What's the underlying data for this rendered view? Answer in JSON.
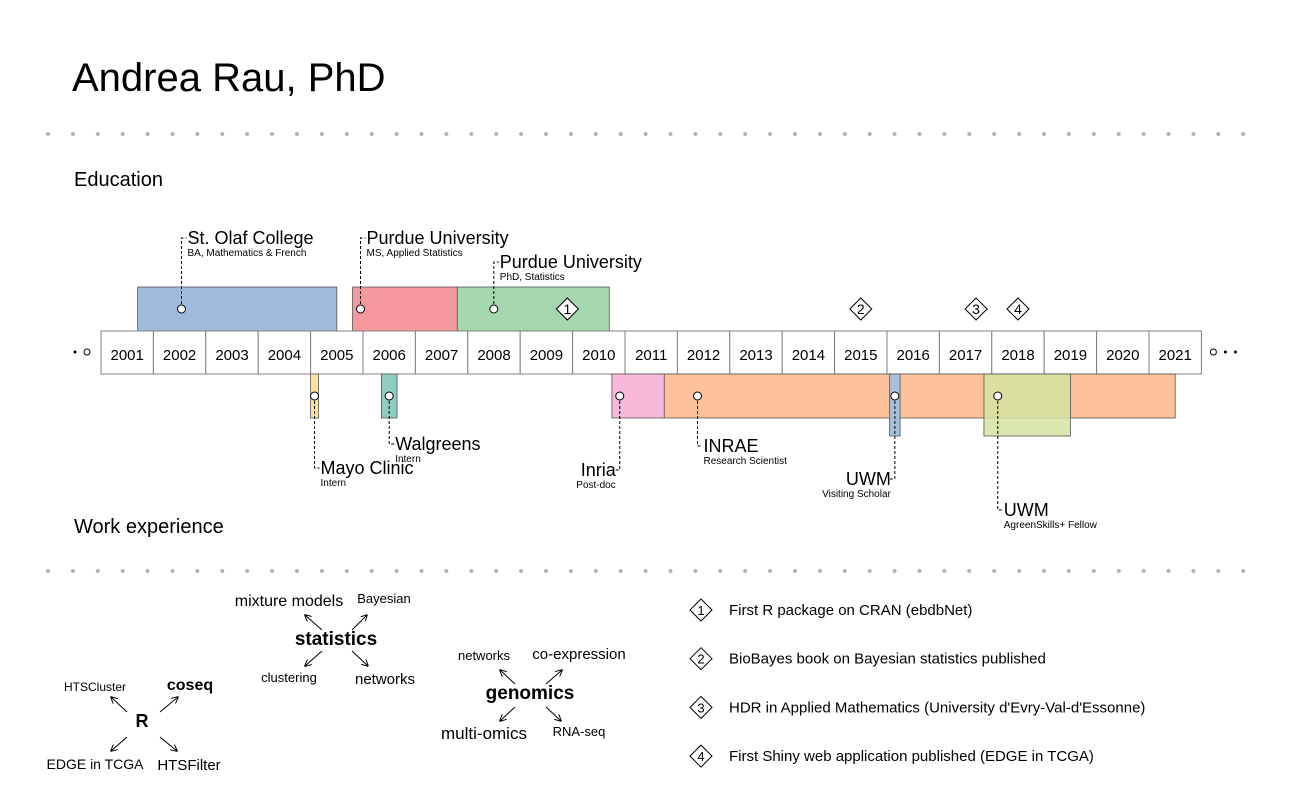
{
  "title": "Andrea Rau, PhD",
  "sections": {
    "education": "Education",
    "work": "Work experience"
  },
  "colors": {
    "year_box_border": "#808080",
    "dot_gray": "#b3b3b3"
  },
  "years": [
    "2001",
    "2002",
    "2003",
    "2004",
    "2005",
    "2006",
    "2007",
    "2008",
    "2009",
    "2010",
    "2011",
    "2012",
    "2013",
    "2014",
    "2015",
    "2016",
    "2017",
    "2018",
    "2019",
    "2020",
    "2021"
  ],
  "education": [
    {
      "org": "St. Olaf College",
      "role": "BA, Mathematics & French",
      "start": 2001.7,
      "end": 2005.5,
      "color": "#9fbbdc"
    },
    {
      "org": "Purdue University",
      "role": "MS, Applied Statistics",
      "start": 2005.8,
      "end": 2007.8,
      "color": "#f5999c"
    },
    {
      "org": "Purdue University",
      "role": "PhD, Statistics",
      "start": 2007.8,
      "end": 2010.7,
      "color": "#a5d7ac"
    }
  ],
  "work": [
    {
      "org": "Mayo Clinic",
      "role": "Intern",
      "start": 2005.0,
      "end": 2005.15,
      "color": "#fae29a"
    },
    {
      "org": "Walgreens",
      "role": "Intern",
      "start": 2006.35,
      "end": 2006.65,
      "color": "#8ecdc4"
    },
    {
      "org": "Inria",
      "role": "Post-doc",
      "start": 2010.75,
      "end": 2011.75,
      "color": "#f6b9da"
    },
    {
      "org": "INRAE",
      "role": "Research Scientist",
      "start": 2011.75,
      "end": 2021.5,
      "color": "#fdc29b"
    },
    {
      "org": "UWM",
      "role": "Visiting Scholar",
      "start": 2016.05,
      "end": 2016.25,
      "color": "#a7bedc"
    },
    {
      "org": "UWM",
      "role": "AgreenSkills+ Fellow",
      "start": 2017.85,
      "end": 2019.5,
      "color": "#d4e3a0"
    }
  ],
  "milestones": [
    {
      "num": "1",
      "year": 2009.9,
      "text": "First R package on CRAN (ebdbNet)"
    },
    {
      "num": "2",
      "year": 2015.5,
      "text": "BioBayes book on Bayesian statistics published"
    },
    {
      "num": "3",
      "year": 2017.7,
      "text": "HDR in Applied Mathematics (University d'Evry-Val-d'Essonne)"
    },
    {
      "num": "4",
      "year": 2018.5,
      "text": "First Shiny web application published (EDGE in TCGA)"
    }
  ],
  "skill_clusters": [
    {
      "center": "R",
      "items": [
        "coseq",
        "HTSCluster",
        "EDGE in TCGA",
        "HTSFilter"
      ]
    },
    {
      "center": "statistics",
      "items": [
        "mixture models",
        "Bayesian",
        "clustering",
        "networks"
      ]
    },
    {
      "center": "genomics",
      "items": [
        "networks",
        "co-expression",
        "multi-omics",
        "RNA-seq"
      ]
    }
  ]
}
